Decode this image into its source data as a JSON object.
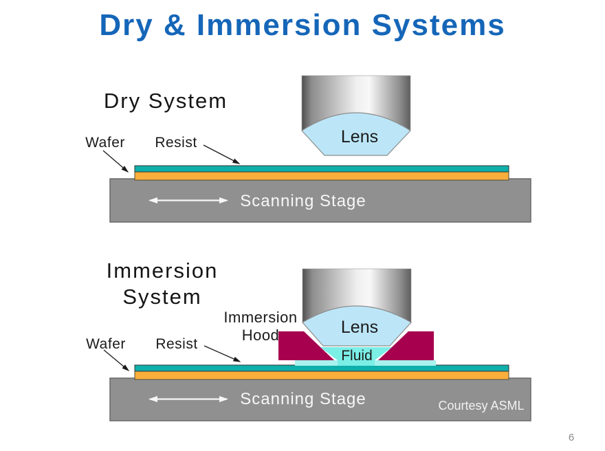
{
  "slide": {
    "title": "Dry & Immersion Systems",
    "page_number": "6",
    "credit": "Courtesy ASML"
  },
  "dry": {
    "heading": "Dry System",
    "wafer_label": "Wafer",
    "resist_label": "Resist",
    "lens_label": "Lens",
    "stage_label": "Scanning Stage"
  },
  "immersion": {
    "heading_line1": "Immersion",
    "heading_line2": "System",
    "hood_label_line1": "Immersion",
    "hood_label_line2": "Hood",
    "wafer_label": "Wafer",
    "resist_label": "Resist",
    "lens_label": "Lens",
    "fluid_label": "Fluid",
    "stage_label": "Scanning Stage"
  },
  "colors": {
    "title_blue": "#1566b8",
    "resist_teal": "#0eafaa",
    "wafer_orange": "#faae3c",
    "stage_gray": "#909090",
    "lens_blue": "#bce6f8",
    "hood_maroon": "#a7004f",
    "fluid_cyan": "#7beee6",
    "fluid_film_cyan": "#a8f2ed"
  }
}
